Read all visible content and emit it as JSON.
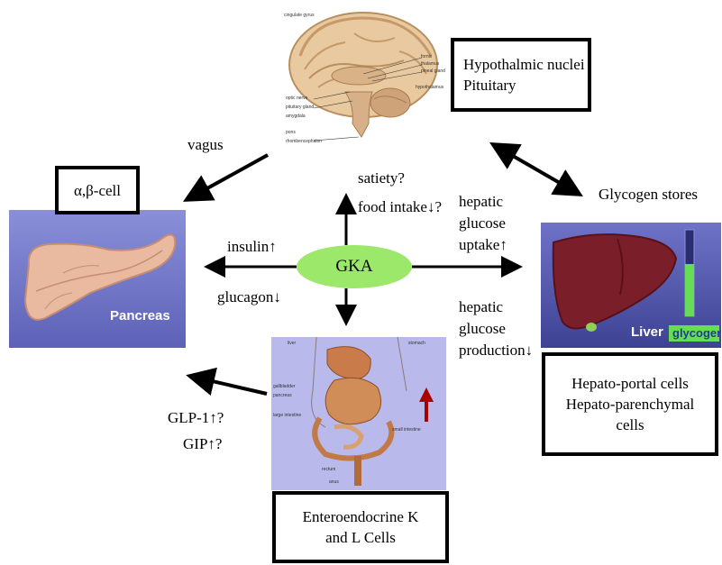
{
  "center": {
    "label": "GKA"
  },
  "boxes": {
    "brain": [
      "Hypothalmic nuclei",
      "Pituitary"
    ],
    "pancreas": "α,β-cell",
    "liver": [
      "Hepato-portal cells",
      "Hepato-parenchymal",
      "cells"
    ],
    "intestine": [
      "Enteroendocrine K",
      "and  L Cells"
    ]
  },
  "labels": {
    "vagus": "vagus",
    "glycogen_stores": "Glycogen stores",
    "satiety": "satiety?",
    "food_intake": "food intake↓?",
    "insulin": "insulin↑",
    "glucagon": "glucagon↓",
    "hepatic_uptake": [
      "hepatic",
      "glucose",
      "uptake↑"
    ],
    "hepatic_production": [
      "hepatic",
      "glucose",
      "production↓"
    ],
    "glp1": "GLP-1↑?",
    "gip": "GIP↑?"
  },
  "images": {
    "pancreas_label": "Pancreas",
    "liver_label": "Liver",
    "glycogen_label": "glycogen",
    "brain_parts": {
      "cingulate": "cingulate gyrus",
      "fornix": "fornix",
      "thalamus": "thalamus",
      "pineal": "pineal gland",
      "hypothalamus": "hypothalamus",
      "optic": "optic nerve",
      "pituitary": "pituitary gland",
      "amygdala": "amygdala",
      "pons": "pons",
      "rhombencephalon": "rhombencephalon"
    },
    "gut_parts": {
      "liver": "liver",
      "stomach": "stomach",
      "gallbladder": "gallbladder",
      "pancreas": "pancreas",
      "large_intestine": "large intestine",
      "small_intestine": "small intestine",
      "rectum": "rectum",
      "anus": "anus"
    }
  },
  "colors": {
    "gka_fill": "#9be86a",
    "panel_blue": "#6f73c8",
    "liver_color": "#7a1f2a",
    "glycogen_bar": "#66dd55"
  }
}
